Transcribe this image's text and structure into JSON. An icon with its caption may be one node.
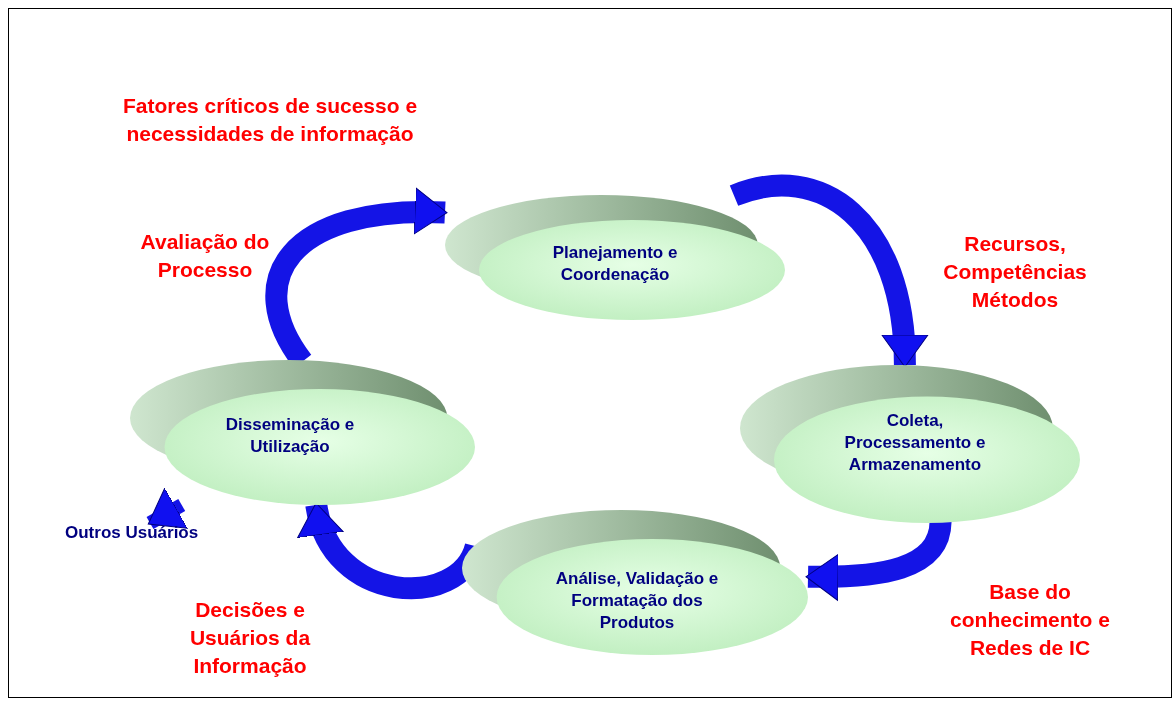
{
  "diagram": {
    "nodes": [
      {
        "text": [
          "Planejamento e Coordenação"
        ]
      },
      {
        "text": [
          "Coleta, Processamento e Armazenamento"
        ]
      },
      {
        "text": [
          "Análise, Validação e Formatação dos Produtos"
        ]
      },
      {
        "text": [
          "Disseminação e Utilização"
        ]
      },
      {
        "text": [
          "Outros Usuários"
        ]
      }
    ],
    "edges": [
      {
        "from": 0,
        "to": 1,
        "arrow": "to"
      },
      {
        "from": 1,
        "to": 2,
        "arrow": "to"
      },
      {
        "from": 2,
        "to": 3,
        "arrow": "to"
      },
      {
        "from": 3,
        "to": 0,
        "arrow": "to"
      },
      {
        "from": 3,
        "to": 4,
        "arrow": "to"
      }
    ],
    "labels": [
      "Fatores críticos de sucesso e necessidades de informação",
      "Avaliação do Processo",
      "Recursos, Competências Métodos",
      "Decisões e Usuários da Informação",
      "Base do conhecimento e Redes de IC"
    ]
  }
}
